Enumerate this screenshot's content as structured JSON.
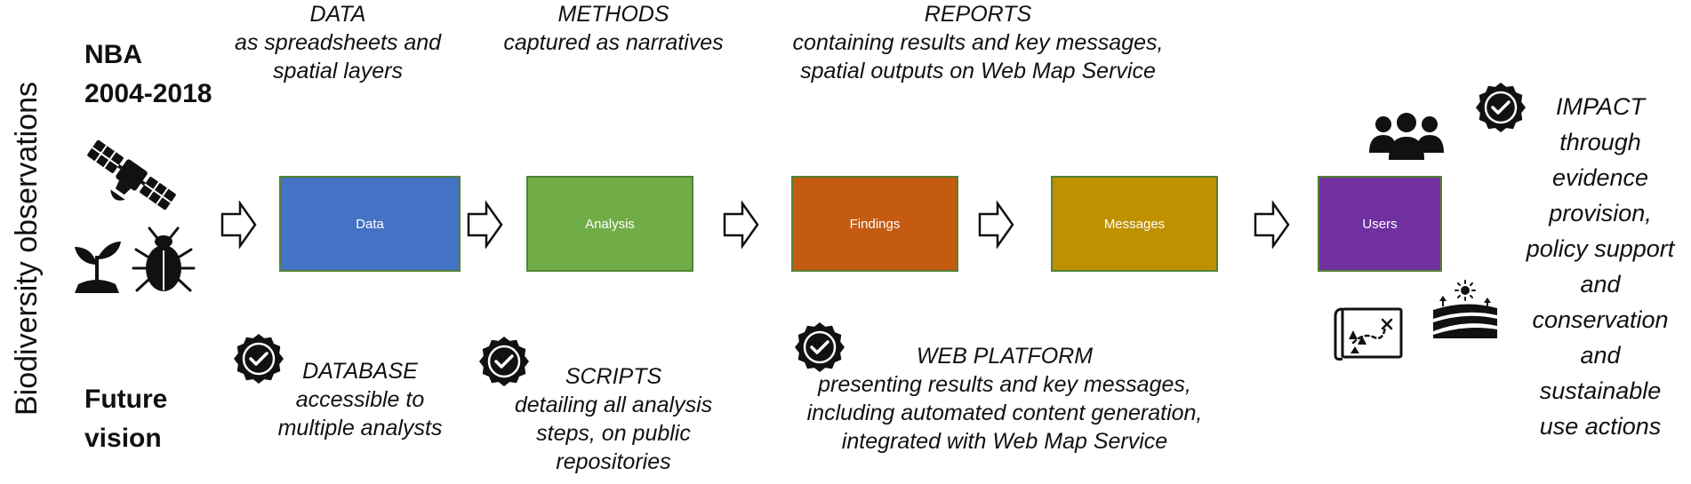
{
  "side_label": "Biodiversity observations",
  "eras": {
    "current": [
      "NBA",
      "2004-2018"
    ],
    "future": [
      "Future",
      "vision"
    ]
  },
  "top_captions": {
    "data": [
      "DATA",
      "as spreadsheets and",
      "spatial layers"
    ],
    "methods": [
      "METHODS",
      "captured as narratives"
    ],
    "reports": [
      "REPORTS",
      "containing results and key messages,",
      "spatial outputs on Web Map Service"
    ]
  },
  "flow_boxes": [
    {
      "label": "Data",
      "color": "#4472c4"
    },
    {
      "label": "Analysis",
      "color": "#70ad47"
    },
    {
      "label": "Findings",
      "color": "#c55a11"
    },
    {
      "label": "Messages",
      "color": "#bf9000"
    },
    {
      "label": "Users",
      "color": "#7030a0"
    }
  ],
  "box_border_color": "#548235",
  "bottom_captions": {
    "database": [
      "DATABASE",
      "accessible to",
      "multiple analysts"
    ],
    "scripts": [
      "SCRIPTS",
      "detailing all analysis",
      "steps, on public",
      "repositories"
    ],
    "web_platform": [
      "WEB PLATFORM",
      "presenting results and key messages,",
      "including automated content generation,",
      "integrated with Web Map Service"
    ]
  },
  "impact": [
    "IMPACT",
    "through",
    "evidence",
    "provision,",
    "policy support",
    "and",
    "conservation",
    "and",
    "sustainable",
    "use actions"
  ],
  "icons": [
    "satellite-icon",
    "plant-seedling-icon",
    "beetle-icon",
    "users-group-icon",
    "treasure-map-icon",
    "farm-landscape-icon",
    "verified-badge-icon",
    "arrow-right-icon"
  ]
}
